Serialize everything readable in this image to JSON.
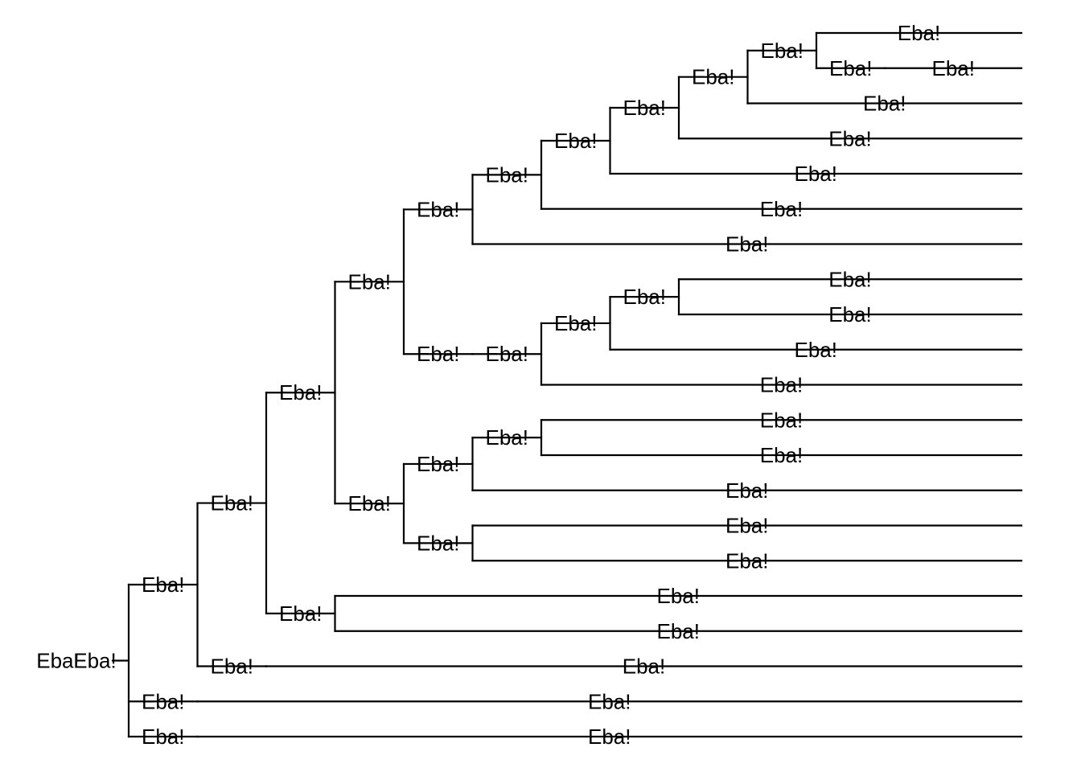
{
  "colors": {
    "line": "#000000",
    "background": "#ffffff"
  },
  "tree": {
    "label": "Eba!",
    "children": [
      {
        "label": "Eba!",
        "children": [
          {
            "label": "Eba!",
            "children": [
              {
                "label": "Eba!",
                "children": [
                  {
                    "label": "Eba!",
                    "children": [
                      {
                        "label": "Eba!",
                        "children": [
                          {
                            "label": "Eba!",
                            "children": [
                              {
                                "label": "Eba!",
                                "children": [
                                  {
                                    "label": "Eba!",
                                    "children": [
                                      {
                                        "label": "Eba!",
                                        "children": [
                                          {
                                            "label": "Eba!",
                                            "children": [
                                              {
                                                "label": "Eba!"
                                              },
                                              {
                                                "label": "Eba!",
                                                "children": [
                                                  {
                                                    "label": "Eba!"
                                                  }
                                                ]
                                              }
                                            ]
                                          },
                                          {
                                            "label": "Eba!"
                                          }
                                        ]
                                      },
                                      {
                                        "label": "Eba!"
                                      }
                                    ]
                                  },
                                  {
                                    "label": "Eba!"
                                  }
                                ]
                              },
                              {
                                "label": "Eba!"
                              }
                            ]
                          },
                          {
                            "label": "Eba!"
                          }
                        ]
                      },
                      {
                        "label": "Eba!",
                        "children": [
                          {
                            "label": "Eba!",
                            "children": [
                              {
                                "label": "Eba!",
                                "children": [
                                  {
                                    "label": "Eba!",
                                    "children": [
                                      {
                                        "label": "Eba!"
                                      },
                                      {
                                        "label": "Eba!"
                                      }
                                    ]
                                  },
                                  {
                                    "label": "Eba!"
                                  }
                                ]
                              },
                              {
                                "label": "Eba!"
                              }
                            ]
                          }
                        ]
                      }
                    ]
                  },
                  {
                    "label": "Eba!",
                    "children": [
                      {
                        "label": "Eba!",
                        "children": [
                          {
                            "label": "Eba!",
                            "children": [
                              {
                                "label": "Eba!"
                              },
                              {
                                "label": "Eba!"
                              }
                            ]
                          },
                          {
                            "label": "Eba!"
                          }
                        ]
                      },
                      {
                        "label": "Eba!",
                        "children": [
                          {
                            "label": "Eba!"
                          },
                          {
                            "label": "Eba!"
                          }
                        ]
                      }
                    ]
                  }
                ]
              },
              {
                "label": "Eba!",
                "children": [
                  {
                    "label": "Eba!"
                  },
                  {
                    "label": "Eba!"
                  }
                ]
              }
            ]
          },
          {
            "label": "Eba!",
            "children": [
              {
                "label": "Eba!"
              }
            ]
          }
        ]
      },
      {
        "label": "Eba!",
        "children": [
          {
            "label": "Eba!"
          }
        ]
      }
    ]
  },
  "root_stub_label": "Eba!",
  "bottom_branch": {
    "label": "Eba!",
    "children": [
      {
        "label": "Eba!"
      }
    ]
  }
}
